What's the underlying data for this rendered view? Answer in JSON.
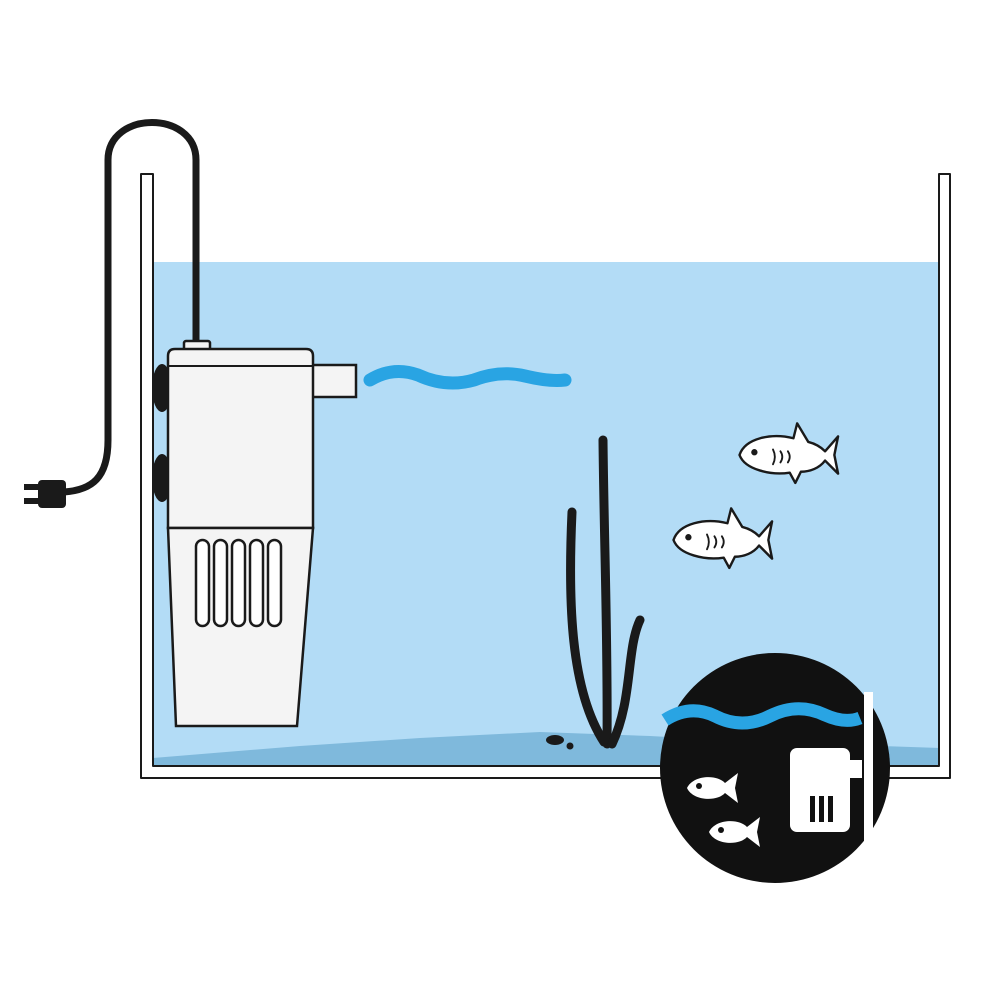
{
  "colors": {
    "background": "#ffffff",
    "outline": "#1a1a1a",
    "water": "#b3dcf6",
    "substrate": "#7fb9dc",
    "flow": "#29a4e3",
    "filter_body": "#f4f4f4",
    "badge": "#111111",
    "fish_fill": "#ffffff"
  },
  "icons": {
    "plug": "power-plug-icon",
    "cable": "power-cable",
    "filter": "internal-filter",
    "suction_cups": "suction-cup-icon",
    "water_flow": "water-flow-icon",
    "plants": "aquatic-plant-icon",
    "fish": "fish-icon",
    "badge": "internal-filter-badge-icon"
  },
  "fish_count": 2,
  "filter_intake_slots": 5,
  "badge_filter_slots": 3
}
